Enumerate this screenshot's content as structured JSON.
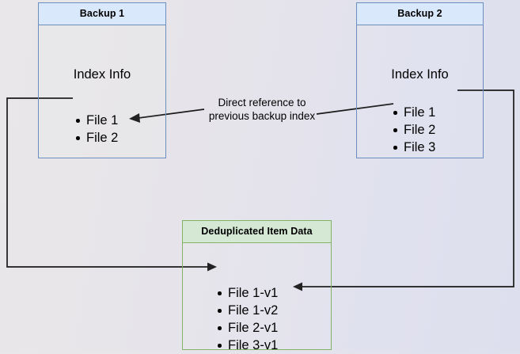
{
  "diagram": {
    "title": "Backup deduplication index reference diagram",
    "background_gradient_from": "#e9e7e9",
    "background_gradient_to": "#dedfee"
  },
  "nodes": {
    "backup1": {
      "header": "Backup 1",
      "section_label": "Index Info",
      "accent_fill": "#dae8fc",
      "accent_border": "#6c8ebf",
      "items": [
        "File 1",
        "File 2"
      ]
    },
    "backup2": {
      "header": "Backup 2",
      "section_label": "Index Info",
      "accent_fill": "#dae8fc",
      "accent_border": "#6c8ebf",
      "items": [
        "File 1",
        "File 2",
        "File 3"
      ]
    },
    "dedup": {
      "header": "Deduplicated Item Data",
      "accent_fill": "#d5e8d4",
      "accent_border": "#82b366",
      "items": [
        "File 1-v1",
        "File 1-v2",
        "File 2-v1",
        "File 3-v1"
      ]
    }
  },
  "annotations": {
    "direct_reference": "Direct reference to\nprevious backup index",
    "direct_reference_line1": "Direct reference to",
    "direct_reference_line2": "previous backup index"
  },
  "connectors": [
    {
      "name": "backup1-file1-to-dedup-file1v1",
      "from": "Backup 1 / File 1",
      "to": "Deduplicated Item Data / File 1-v1",
      "arrow": "end"
    },
    {
      "name": "backup2-file2-to-caption",
      "from": "Backup 2 / File 2",
      "to": "Direct reference caption",
      "arrow": "none"
    },
    {
      "name": "caption-to-backup1-file2",
      "from": "Direct reference caption",
      "to": "Backup 1 / File 2",
      "arrow": "end"
    },
    {
      "name": "backup2-file1-to-dedup-file1v2",
      "from": "Backup 2 / File 1",
      "to": "Deduplicated Item Data / File 1-v2",
      "arrow": "end"
    }
  ]
}
